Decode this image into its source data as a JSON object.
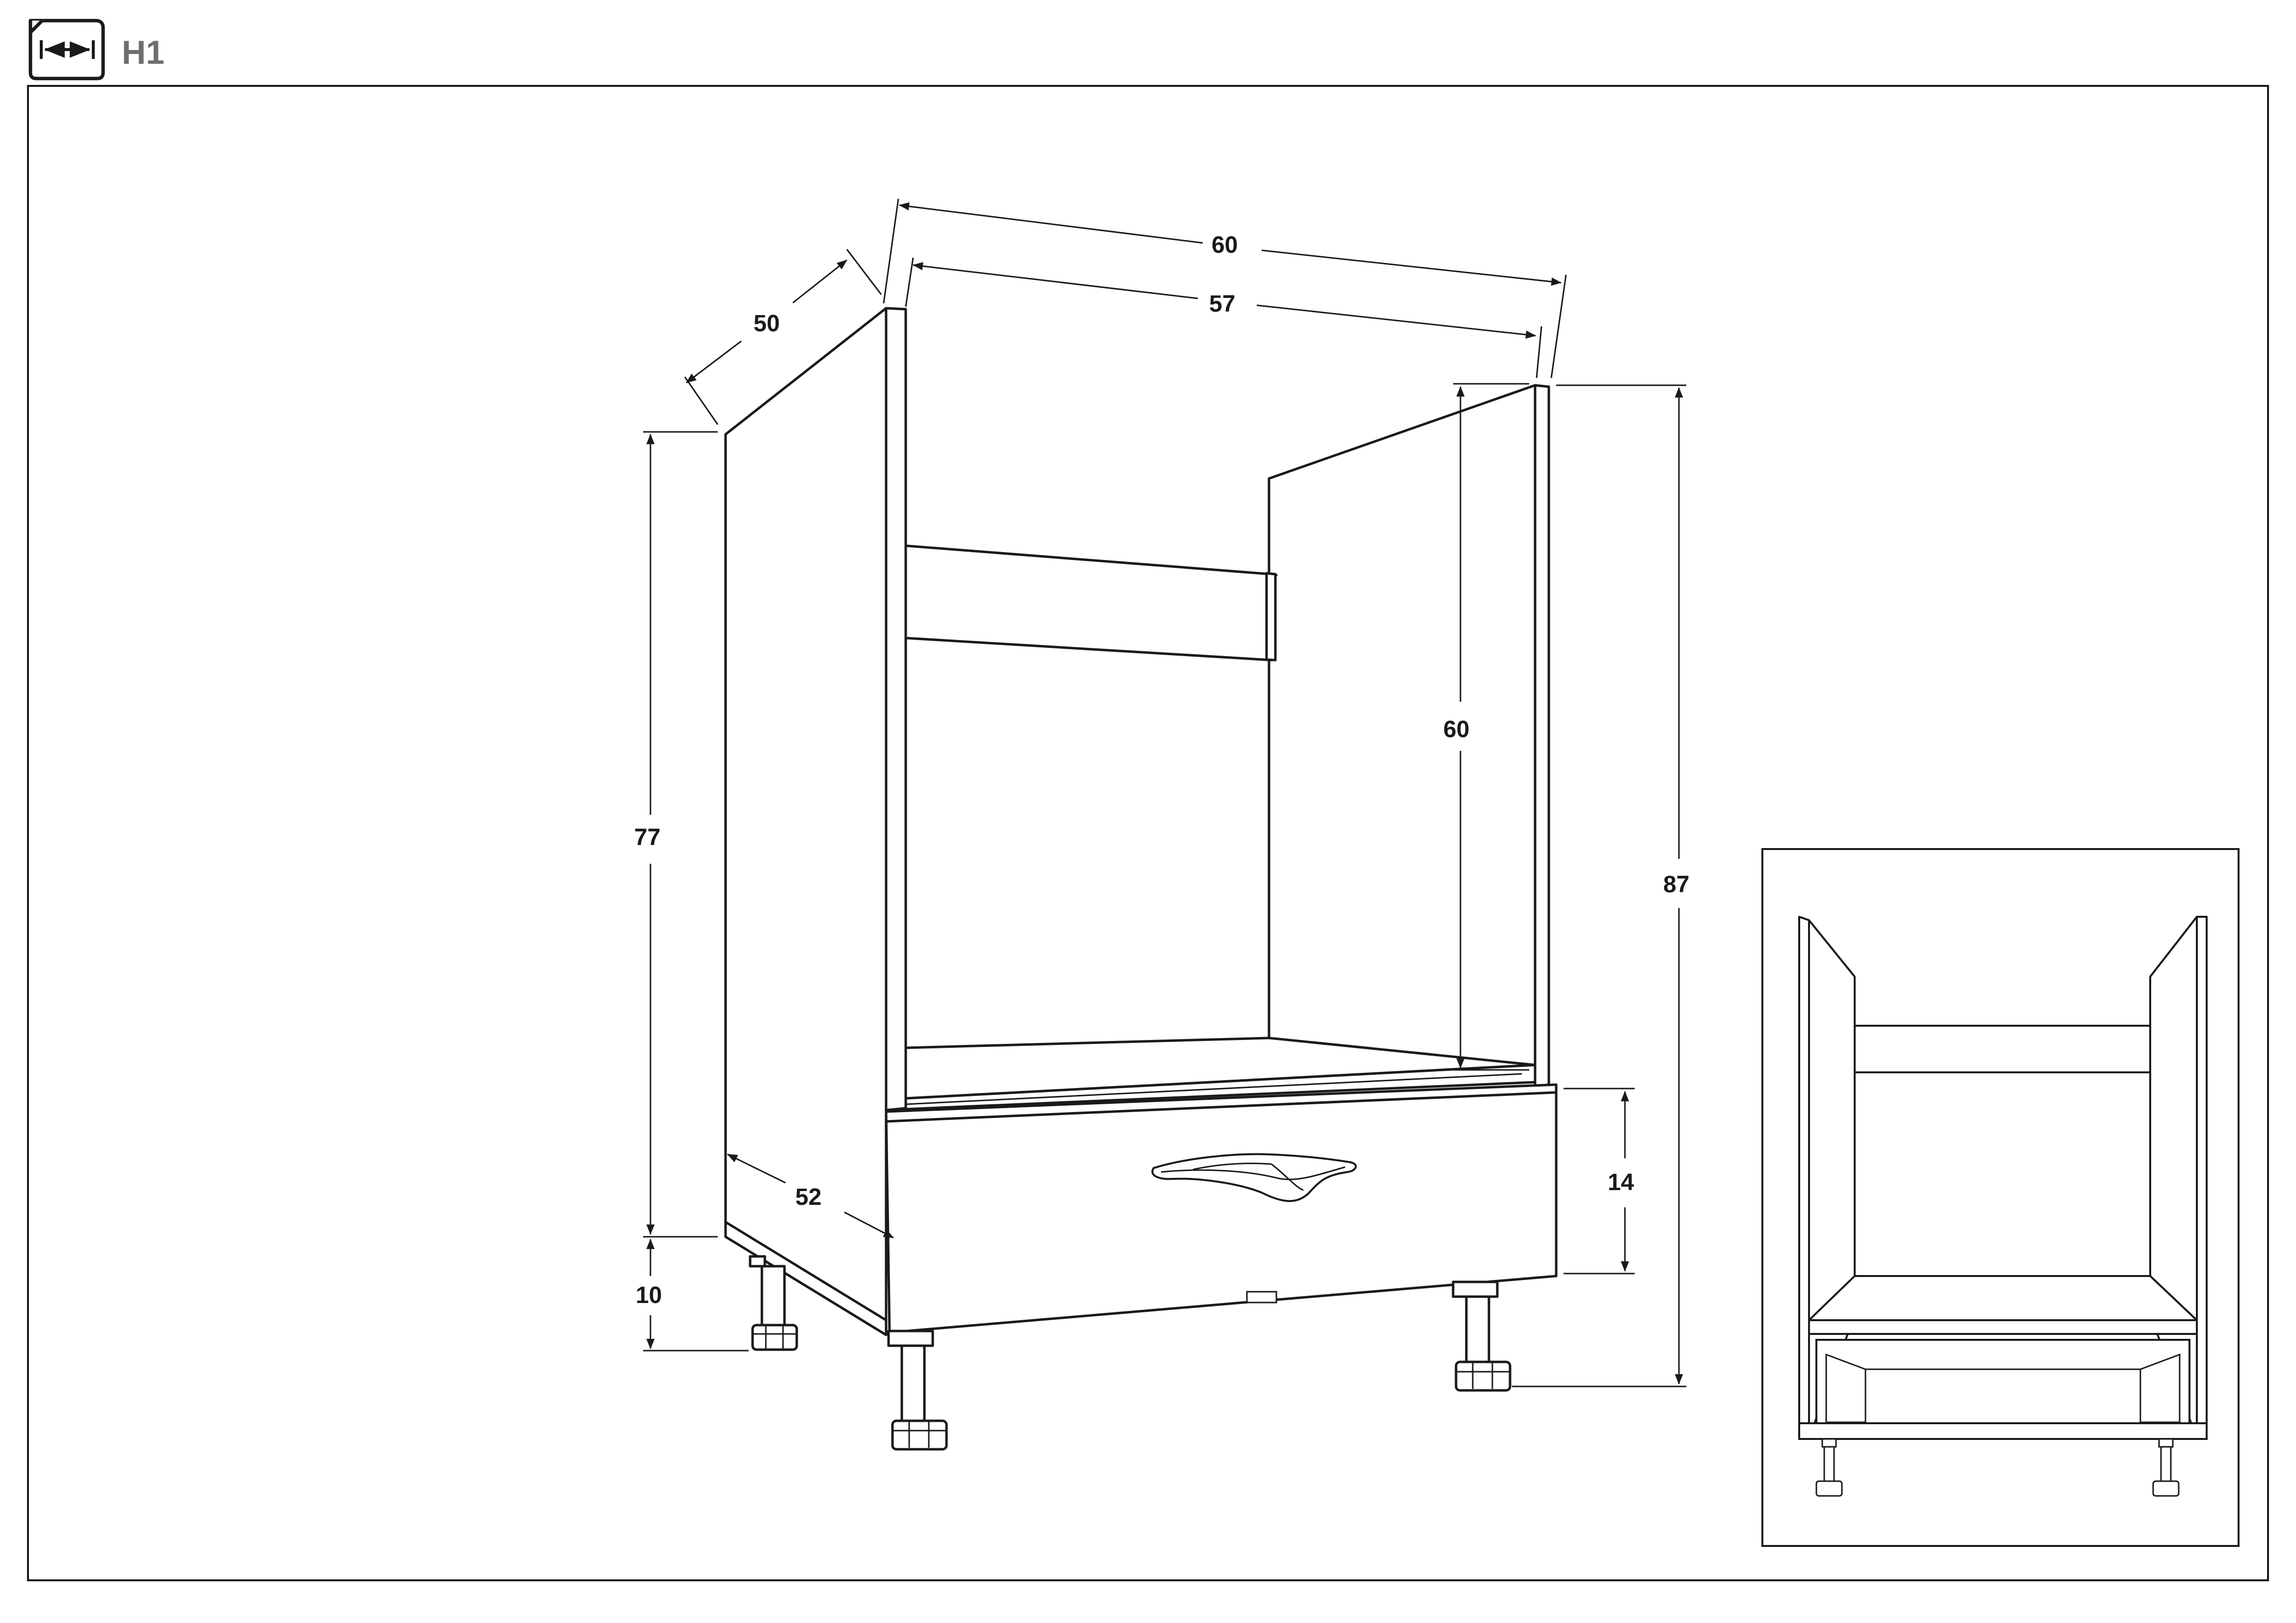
{
  "header": {
    "label": "H1",
    "icon": "width-dimension-icon"
  },
  "dimensions": {
    "overall_width": "60",
    "inner_width": "57",
    "depth": "50",
    "side_height": "77",
    "leg_height": "10",
    "opening_height": "60",
    "total_height": "87",
    "drawer_height": "14",
    "bottom_depth": "52"
  }
}
